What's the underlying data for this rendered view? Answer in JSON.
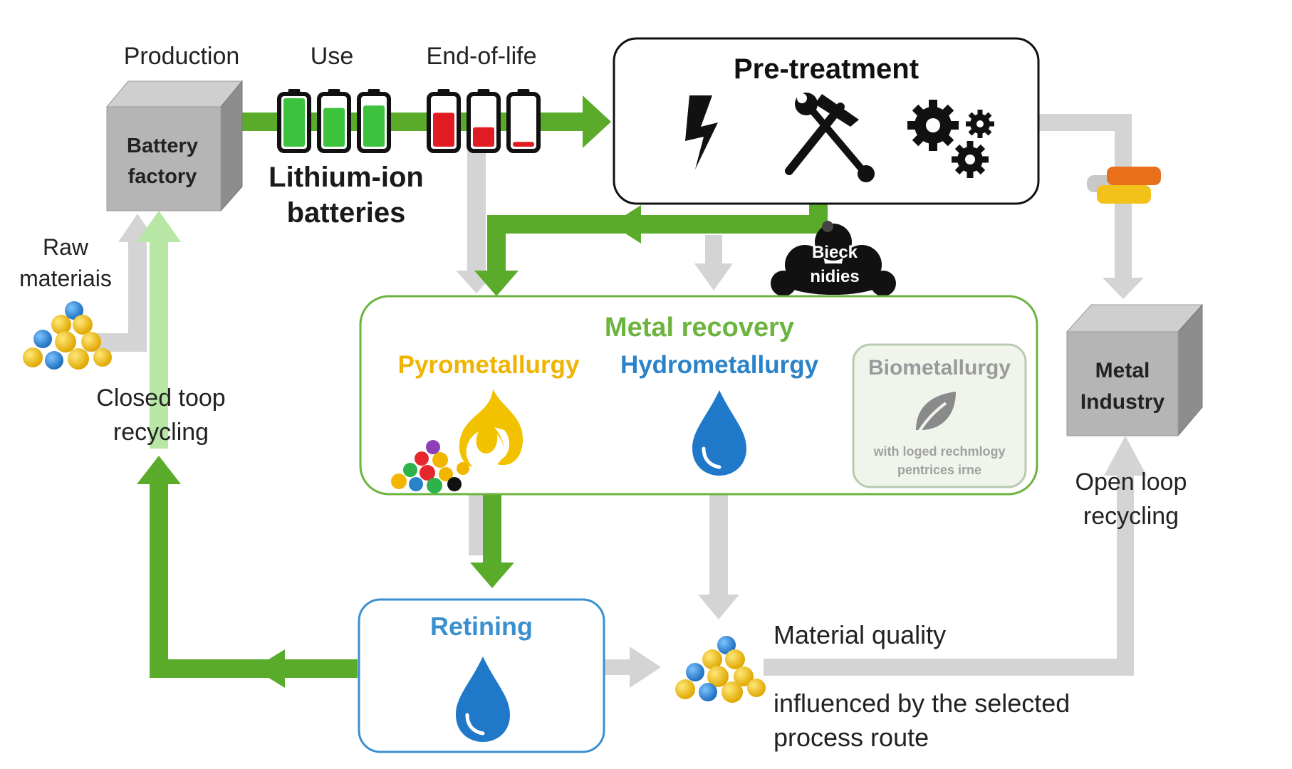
{
  "stages": {
    "production": "Production",
    "use": "Use",
    "end_of_life": "End-of-life"
  },
  "battery_factory": {
    "line1": "Battery",
    "line2": "factory"
  },
  "batteries": {
    "line1": "Lithium-ion",
    "line2": "batteries",
    "use_charge": [
      1.0,
      0.8,
      0.85
    ],
    "eol_charge": [
      0.7,
      0.4,
      0.1
    ]
  },
  "raw_materials": {
    "line1": "Raw",
    "line2": "materiais"
  },
  "closed_loop": {
    "line1": "Closed toop",
    "line2": "recycling"
  },
  "pretreatment": {
    "title": "Pre-treatment",
    "icons": [
      "lightning-icon",
      "hammer-wrench-icon",
      "gears-icon"
    ]
  },
  "black_mass": {
    "line1": "Bieck",
    "line2": "nidies"
  },
  "metal_recovery": {
    "title": "Metal recovery",
    "pyro": "Pyrometallurgy",
    "hydro": "Hydrometallurgy",
    "bio": "Biometallurgy",
    "bio_note_1": "with loged rechmlogy",
    "bio_note_2": "pentrices irne"
  },
  "refining": {
    "title": "Retining"
  },
  "metal_industry": {
    "line1": "Metal",
    "line2": "Industry"
  },
  "open_loop": {
    "line1": "Open loop",
    "line2": "recycling"
  },
  "material_quality": {
    "title": "Material quality",
    "note_1": "influenced by the selected",
    "note_2": "process route"
  },
  "colors": {
    "green_flow": "#5aab2a",
    "light_green_flow": "#b8e6a4",
    "gray_flow": "#d4d4d4",
    "recovery_border": "#6cb43f",
    "recovery_title": "#6cb43f",
    "pyro": "#f0b400",
    "hydro": "#2a82c9",
    "refining_border": "#3a8fcf",
    "drop": "#1f78c8",
    "flame": "#f2c200"
  }
}
